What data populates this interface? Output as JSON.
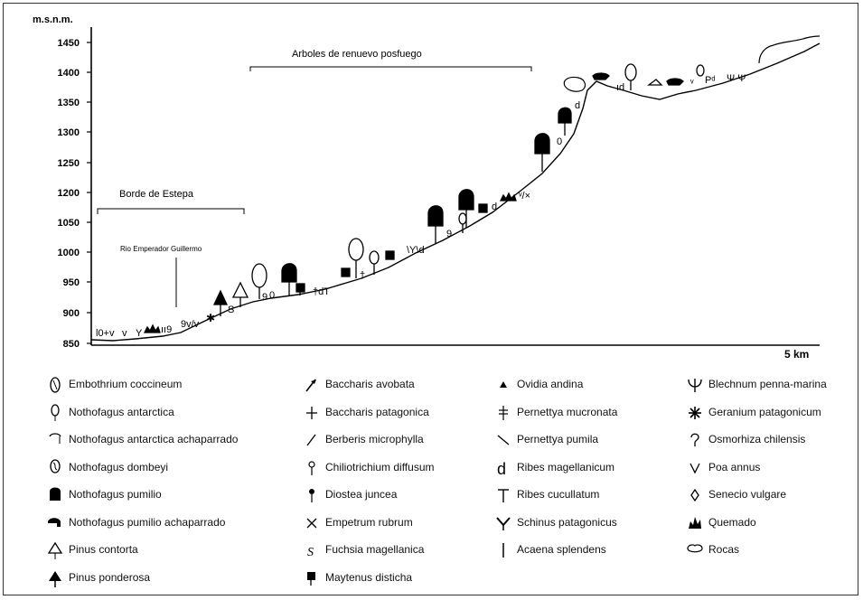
{
  "diagram": {
    "y_unit": "m.s.n.m.",
    "y_ticks": [
      "1450",
      "1400",
      "1350",
      "1300",
      "1250",
      "1200",
      "1050",
      "1000",
      "950",
      "900",
      "850"
    ],
    "x_end_label": "5 km",
    "annotations": {
      "arboles": "Arboles de renuevo posfuego",
      "borde": "Borde de Estepa",
      "rio": "Rio Emperador Guillermo"
    }
  },
  "legend": [
    {
      "label": "Embothrium  coccineum",
      "icon": "embothrium-icon"
    },
    {
      "label": "Nothofagus antarctica",
      "icon": "nothofagus-antarctica-icon"
    },
    {
      "label": "Nothofagus antarctica achaparrado",
      "icon": "nothofagus-antarctica-achaparrado-icon"
    },
    {
      "label": "Nothofagus dombeyi",
      "icon": "nothofagus-dombeyi-icon"
    },
    {
      "label": "Nothofagus pumilio",
      "icon": "nothofagus-pumilio-icon"
    },
    {
      "label": "Nothofagus pumilio achaparrado",
      "icon": "nothofagus-pumilio-achaparrado-icon"
    },
    {
      "label": "Pinus contorta",
      "icon": "pinus-contorta-icon"
    },
    {
      "label": "Pinus ponderosa",
      "icon": "pinus-ponderosa-icon"
    },
    {
      "label": "Baccharis avobata",
      "icon": "baccharis-avobata-icon"
    },
    {
      "label": "Baccharis patagonica",
      "icon": "baccharis-patagonica-icon"
    },
    {
      "label": "Berberis microphylla",
      "icon": "berberis-icon"
    },
    {
      "label": "Chiliotrichium diffusum",
      "icon": "chiliotrichium-icon"
    },
    {
      "label": "Diostea juncea",
      "icon": "diostea-icon"
    },
    {
      "label": "Empetrum rubrum",
      "icon": "empetrum-icon"
    },
    {
      "label": "Fuchsia magellanica",
      "icon": "fuchsia-icon"
    },
    {
      "label": "Maytenus disticha",
      "icon": "maytenus-icon"
    },
    {
      "label": "Ovidia andina",
      "icon": "ovidia-icon"
    },
    {
      "label": "Pernettya mucronata",
      "icon": "pernettya-mucronata-icon"
    },
    {
      "label": "Pernettya pumila",
      "icon": "pernettya-pumila-icon"
    },
    {
      "label": "Ribes magellanicum",
      "icon": "ribes-magellanicum-icon"
    },
    {
      "label": "Ribes cucullatum",
      "icon": "ribes-cucullatum-icon"
    },
    {
      "label": "Schinus patagonicus",
      "icon": "schinus-icon"
    },
    {
      "label": "Acaena splendens",
      "icon": "acaena-icon"
    },
    {
      "label": "Blechnum penna-marina",
      "icon": "blechnum-icon"
    },
    {
      "label": "Geranium patagonicum",
      "icon": "geranium-icon"
    },
    {
      "label": "Osmorhiza chilensis",
      "icon": "osmorhiza-icon"
    },
    {
      "label": "Poa annus",
      "icon": "poa-icon"
    },
    {
      "label": "Senecio vulgare",
      "icon": "senecio-icon"
    },
    {
      "label": "Quemado",
      "icon": "quemado-icon"
    },
    {
      "label": "Rocas",
      "icon": "rocas-icon"
    }
  ]
}
